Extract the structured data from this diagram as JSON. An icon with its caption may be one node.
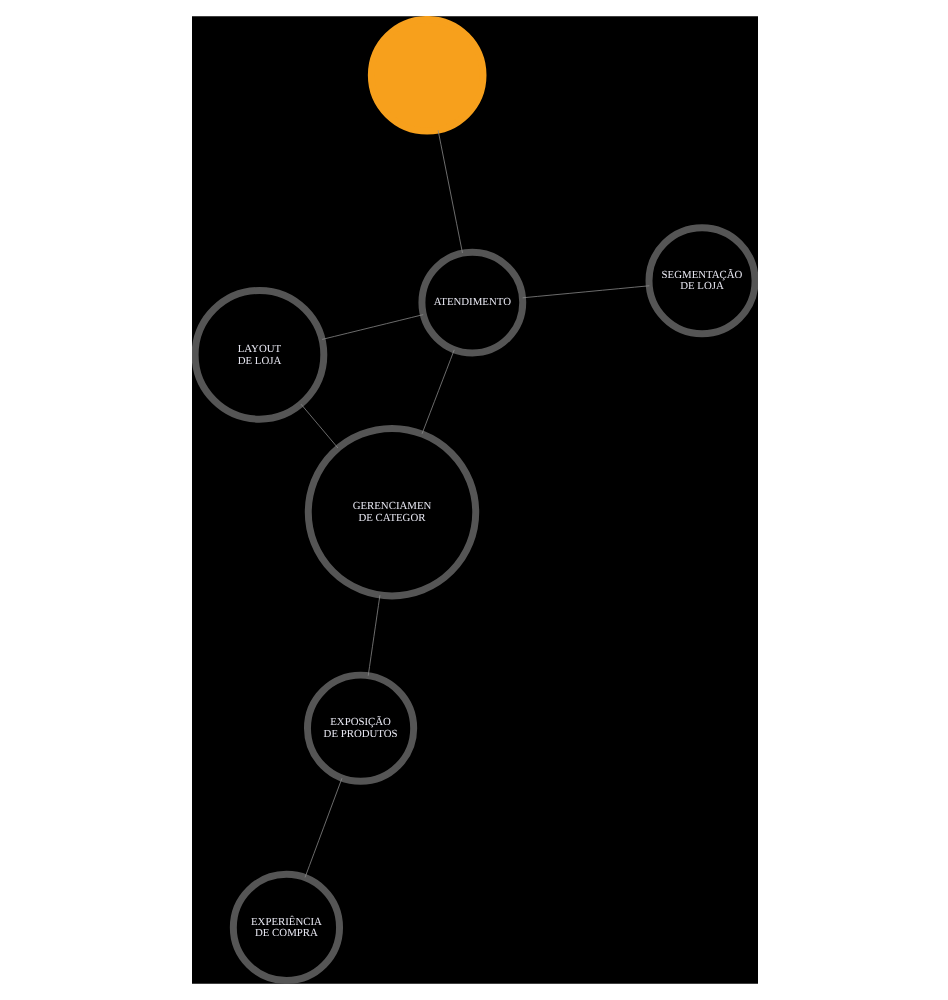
{
  "diagram": {
    "nodes": [
      {
        "text": [
          "EXPERIÊNCIA DE COMPRA"
        ]
      },
      {
        "text": [
          "EXPOSIÇÃO DE PRODUTOS"
        ]
      },
      {
        "text": [
          "GERENCIAMEN DE CATEGOR"
        ]
      },
      {
        "text": [
          "LAYOUT DE LOJA"
        ]
      },
      {
        "text": [
          "SEGMENTAÇÃO DE LOJA"
        ]
      },
      {
        "text": [],
        "shape": "circle"
      },
      {
        "text": [
          "ATENDIMENTO"
        ]
      }
    ],
    "edges": [
      {
        "from": 1,
        "to": 0,
        "arrow": "none"
      },
      {
        "from": 1,
        "to": 2,
        "arrow": "none"
      },
      {
        "from": 3,
        "to": 2,
        "arrow": "none"
      },
      {
        "from": 3,
        "to": 6,
        "arrow": "none"
      },
      {
        "from": 4,
        "to": 6,
        "arrow": "none"
      },
      {
        "from": 2,
        "to": 6,
        "arrow": "none"
      },
      {
        "from": 6,
        "to": 5,
        "arrow": "none"
      }
    ]
  }
}
